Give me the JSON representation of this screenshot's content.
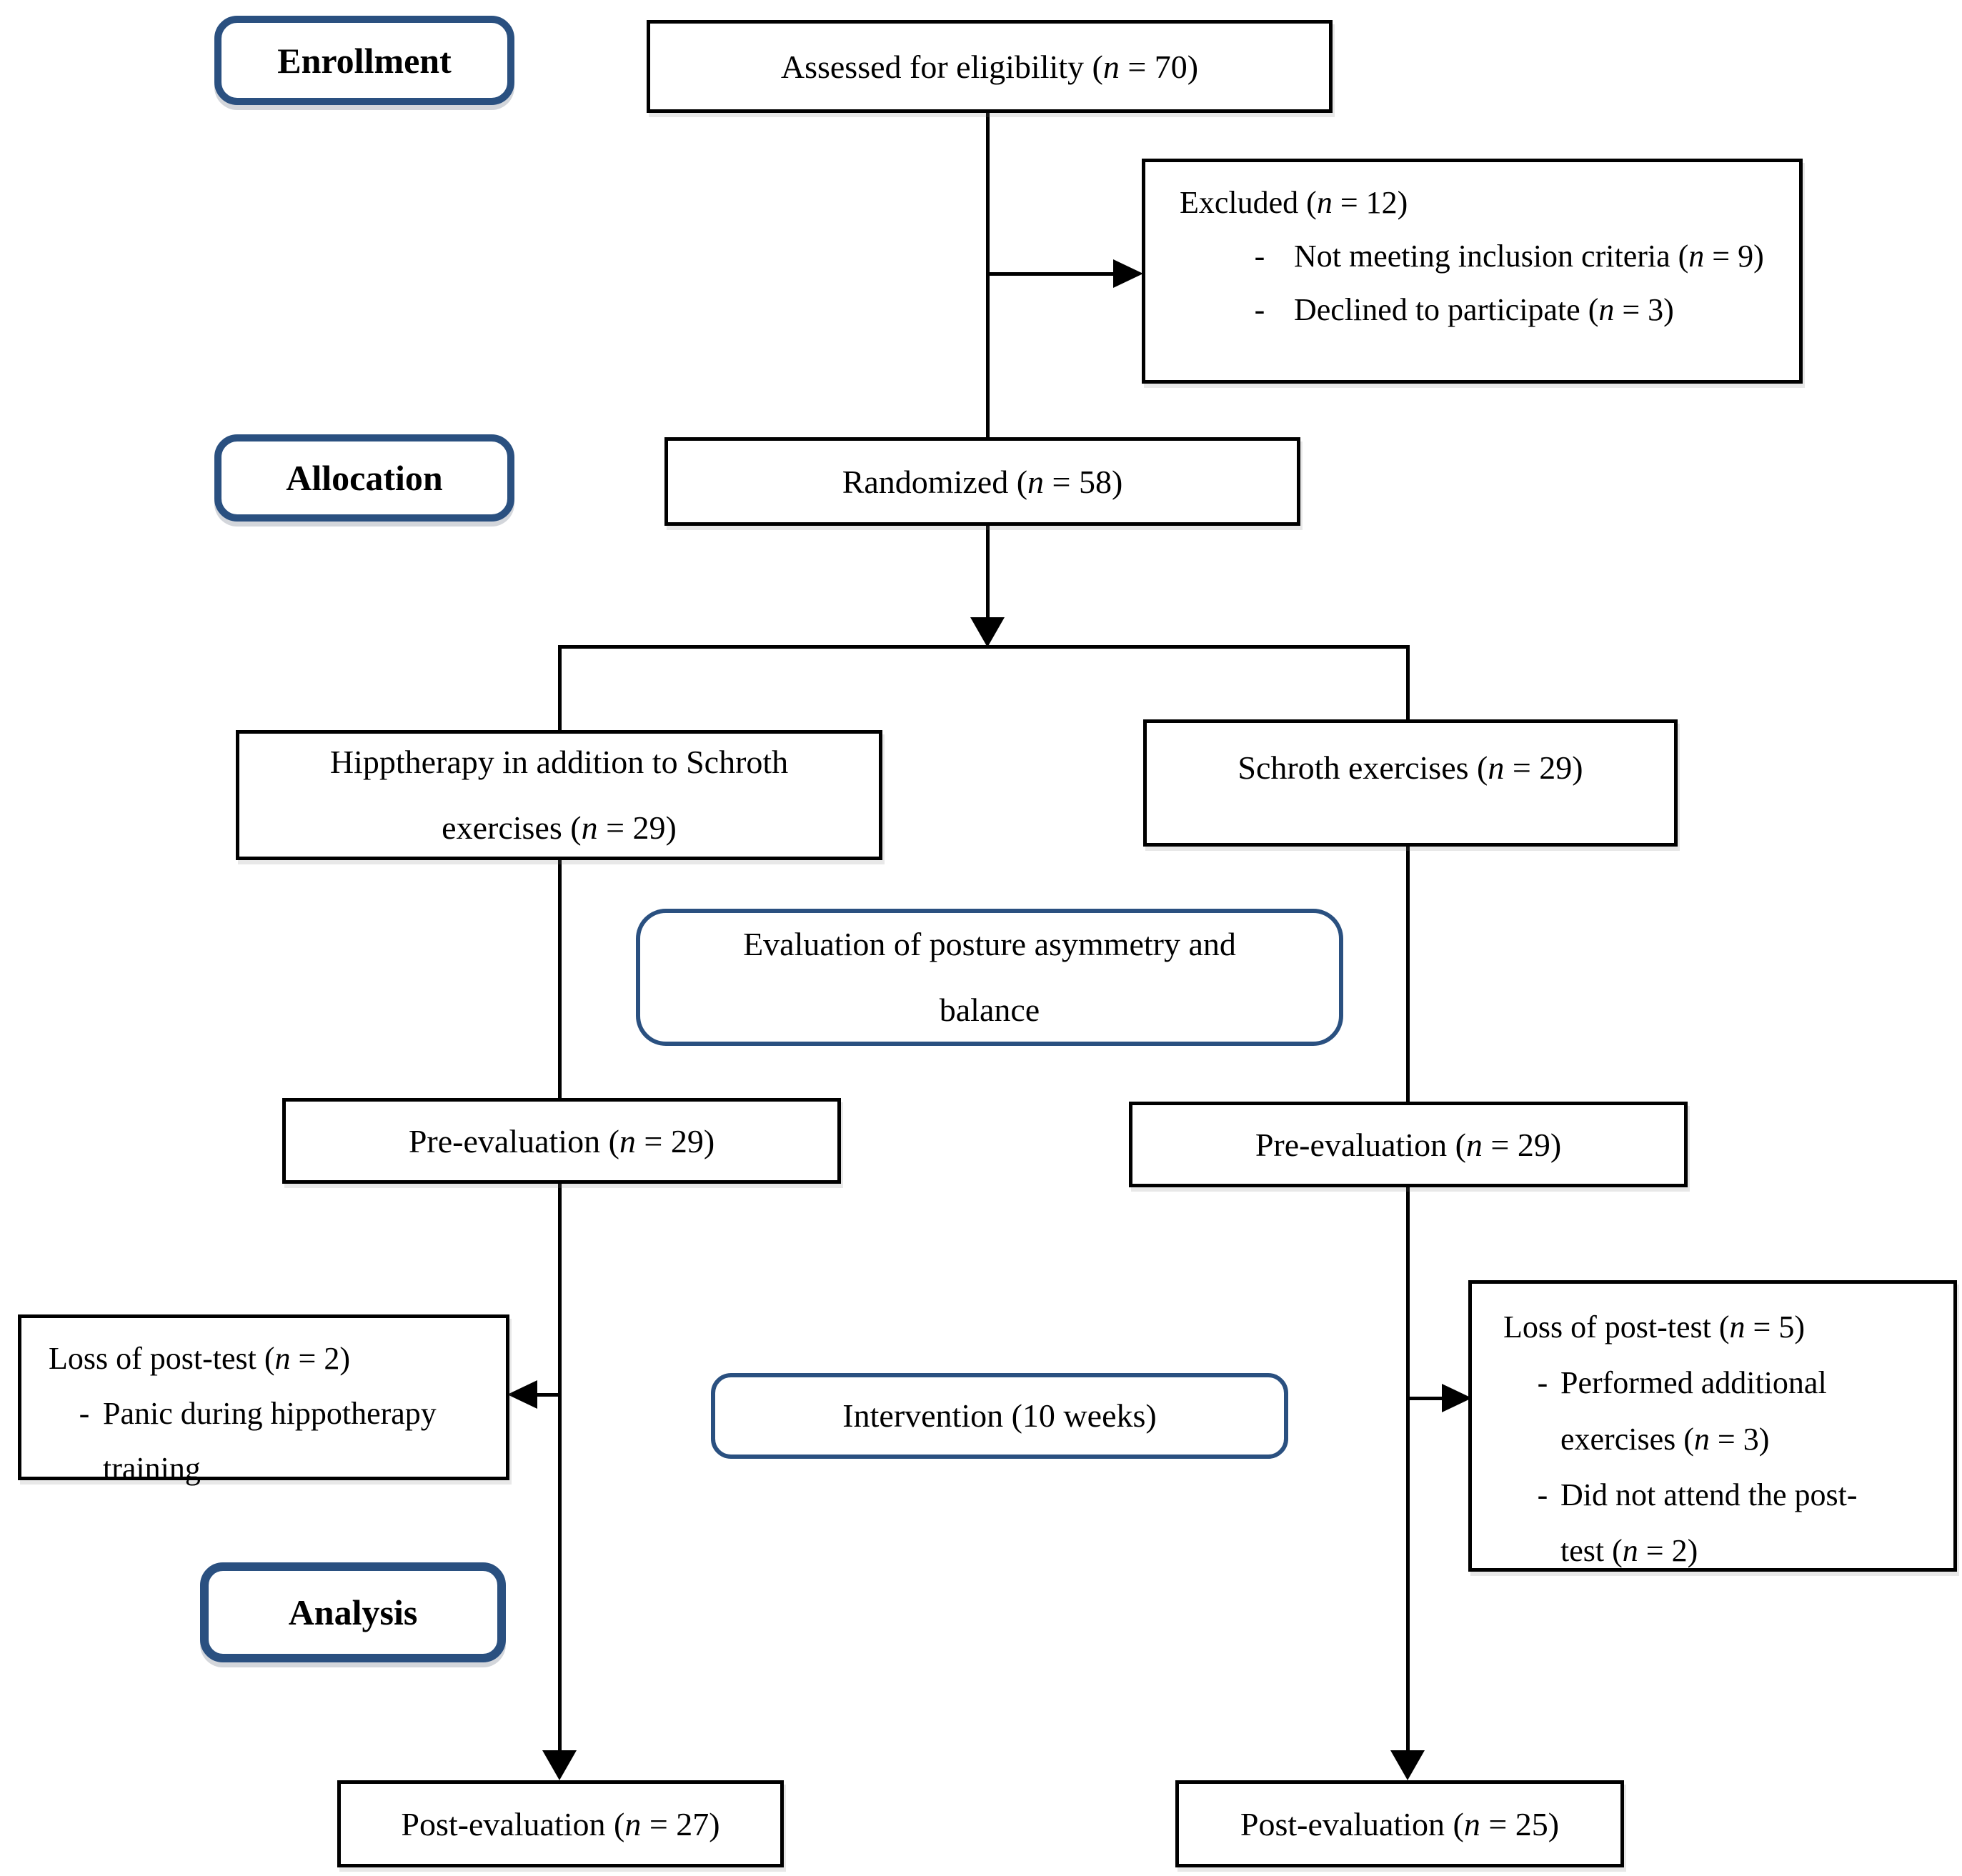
{
  "figure": {
    "type": "consort-flow-diagram",
    "bullet_marker": "-",
    "colors": {
      "accent_border": "#2a5080",
      "box_border": "#000000",
      "line": "#000000",
      "background": "#ffffff",
      "text": "#000000"
    },
    "stages": {
      "enrollment": "Enrollment",
      "allocation": "Allocation",
      "analysis": "Analysis"
    },
    "boxes": {
      "assessed": "Assessed for eligibility (n = 70)",
      "excluded": {
        "title": "Excluded (n = 12)",
        "items": [
          "Not meeting inclusion criteria (n = 9)",
          "Declined to participate (n = 3)"
        ]
      },
      "randomized": "Randomized (n = 58)",
      "group_left": "Hipptherapy in addition to Schroth exercises (n = 29)",
      "group_right": "Schroth exercises (n = 29)",
      "evaluation": "Evaluation of posture asymmetry and balance",
      "pre_eval_left": "Pre-evaluation (n = 29)",
      "pre_eval_right": "Pre-evaluation (n = 29)",
      "loss_left": {
        "title": "Loss of post-test (n = 2)",
        "items": [
          "Panic during hippotherapy training"
        ]
      },
      "intervention": "Intervention (10 weeks)",
      "loss_right": {
        "title": "Loss of post-test (n = 5)",
        "items": [
          "Performed additional exercises (n = 3)",
          "Did not attend the post-test (n = 2)"
        ]
      },
      "post_eval_left": "Post-evaluation (n = 27)",
      "post_eval_right": "Post-evaluation (n = 25)"
    }
  }
}
